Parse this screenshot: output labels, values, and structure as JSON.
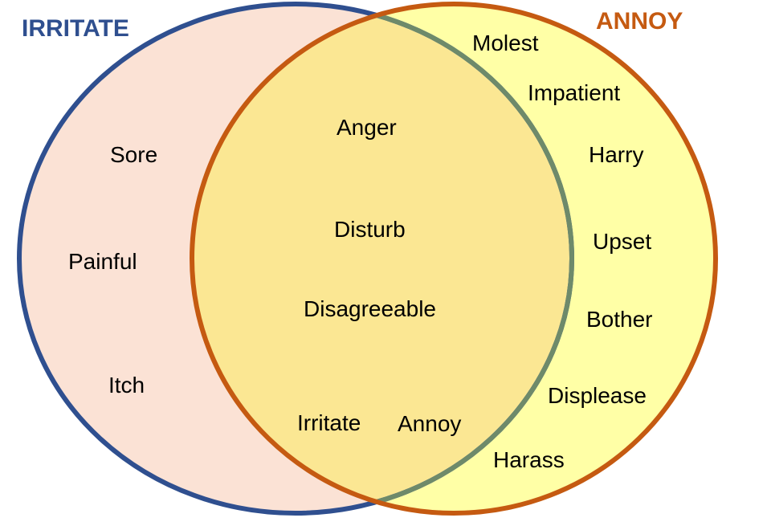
{
  "sets": {
    "left": {
      "title": "IRRITATE",
      "border_color": "#2f4f8f",
      "fill_color": "#fbe2d5"
    },
    "right": {
      "title": "ANNOY",
      "border_color": "#c55a11",
      "fill_color": "#ffffa6"
    },
    "overlap": {
      "fill_color": "#fbe793",
      "border_color": "#6e8a6a"
    }
  },
  "regions": {
    "irritate_only": [
      "Sore",
      "Painful",
      "Itch"
    ],
    "both": [
      "Anger",
      "Disturb",
      "Disagreeable",
      "Irritate",
      "Annoy"
    ],
    "annoy_only": [
      "Molest",
      "Impatient",
      "Harry",
      "Upset",
      "Bother",
      "Displease",
      "Harass"
    ]
  }
}
